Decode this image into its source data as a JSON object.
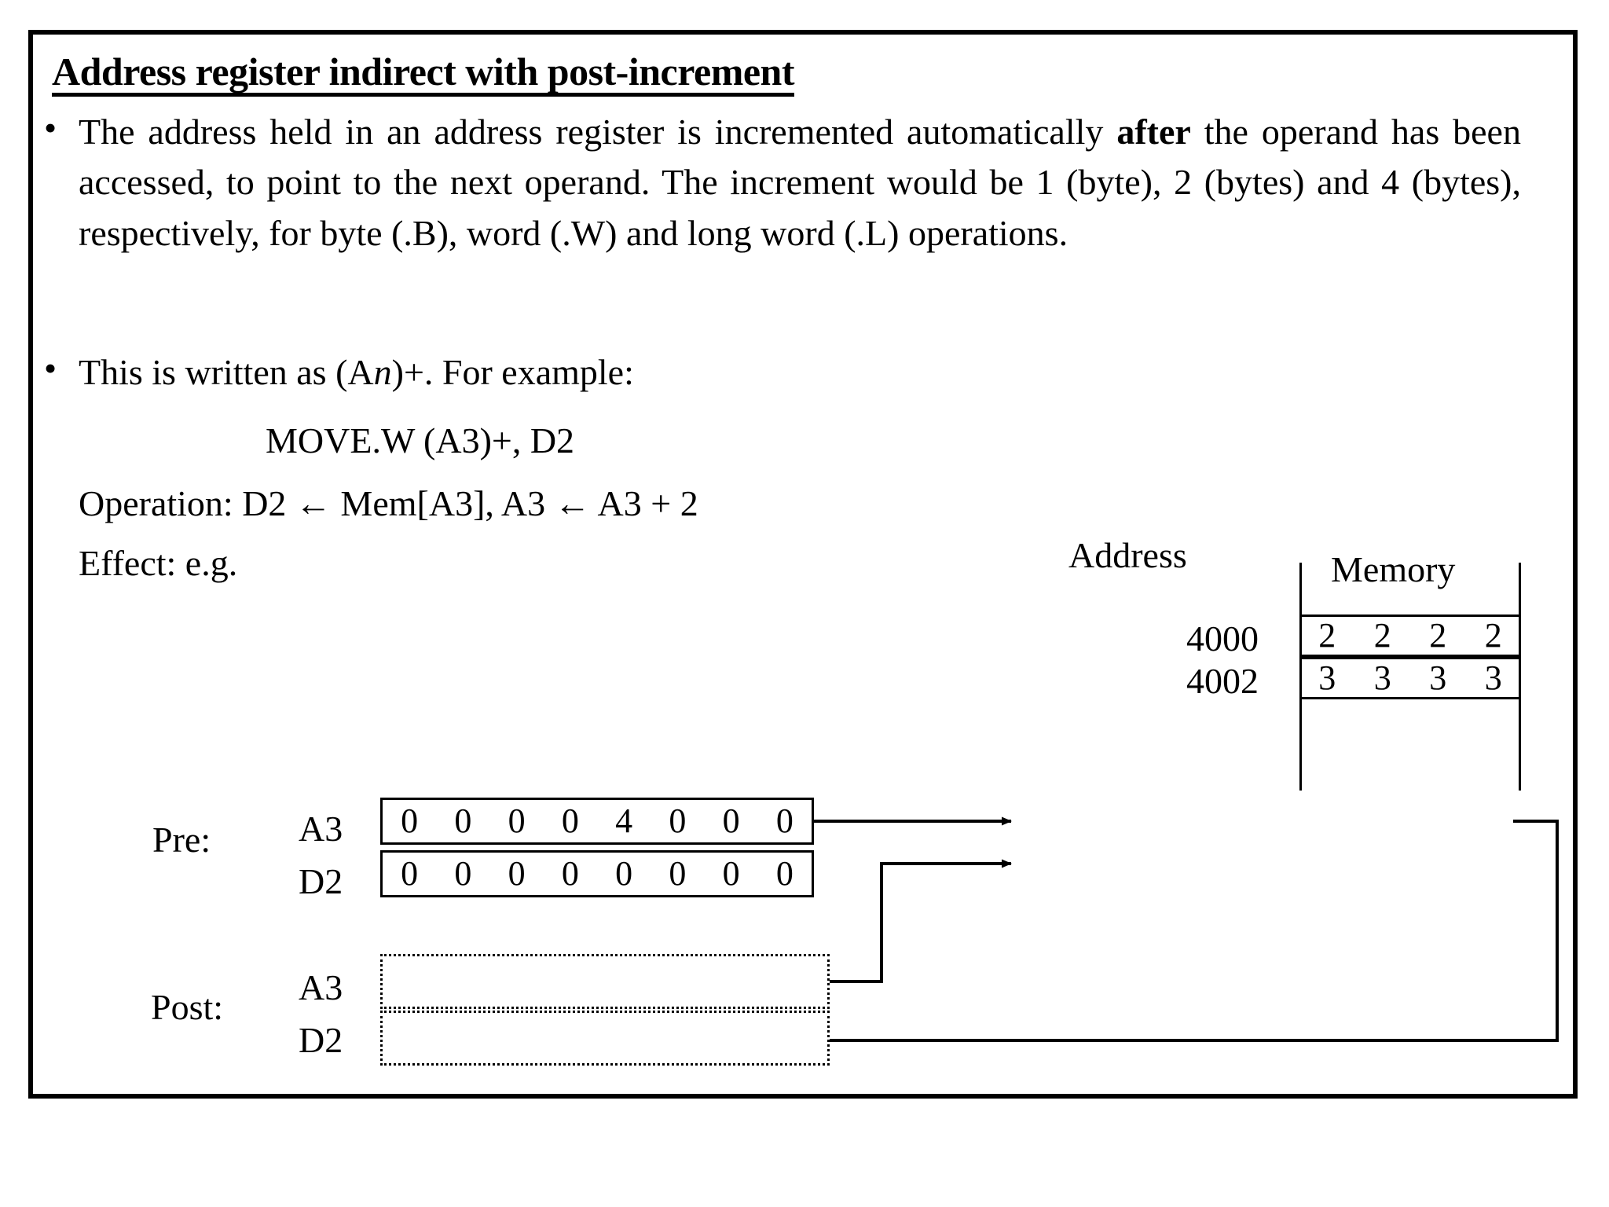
{
  "slide": {
    "title": "Address register indirect with post-increment",
    "bullets": [
      {
        "marker": "•",
        "text": "The address held in an address register is incremented automatically after the operand has been accessed, to point to the next operand. The increment would be 1 (byte), 2 (bytes) and 4 (bytes), respectively, for byte (.B), word (.W) and long word (.L) operations.",
        "bold_word": "after"
      },
      {
        "marker": "•",
        "text": "This is written as (An)+. For example:",
        "italic_part": "n"
      }
    ],
    "example_instruction": "MOVE.W   (A3)+, D2",
    "operation_line": "Operation: D2 ← Mem[A3], A3 ← A3 + 2",
    "effect_line": "Effect: e.g."
  },
  "diagram": {
    "address_header": "Address",
    "memory_header": "Memory",
    "memory_rows": [
      {
        "address": "4000",
        "cells": [
          "2",
          "2",
          "2",
          "2"
        ]
      },
      {
        "address": "4002",
        "cells": [
          "3",
          "3",
          "3",
          "3"
        ]
      }
    ],
    "groups": {
      "pre_label": "Pre:",
      "post_label": "Post:"
    },
    "registers": {
      "pre": [
        {
          "name": "A3",
          "digits": [
            "0",
            "0",
            "0",
            "0",
            "4",
            "0",
            "0",
            "0"
          ]
        },
        {
          "name": "D2",
          "digits": [
            "0",
            "0",
            "0",
            "0",
            "0",
            "0",
            "0",
            "0"
          ]
        }
      ],
      "post": [
        {
          "name": "A3",
          "digits": [
            "",
            "",
            "",
            "",
            "",
            "",
            "",
            ""
          ]
        },
        {
          "name": "D2",
          "digits": [
            "",
            "",
            "",
            "",
            "",
            "",
            "",
            ""
          ]
        }
      ]
    }
  },
  "colors": {
    "ink": "#000000",
    "page": "#ffffff"
  }
}
